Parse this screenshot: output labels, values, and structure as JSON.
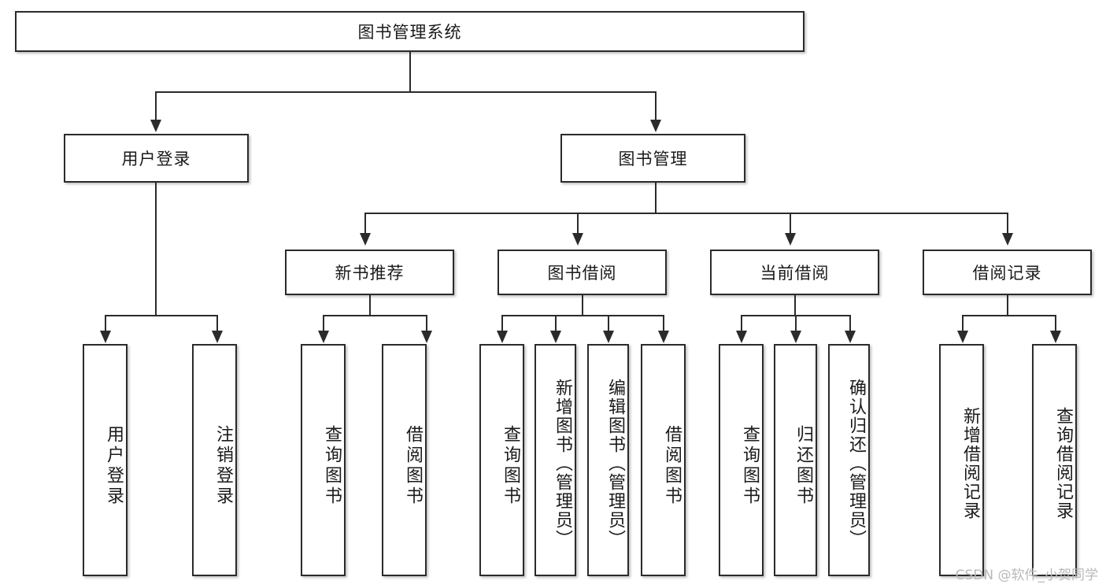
{
  "diagram": {
    "type": "tree-hierarchy",
    "title": "图书管理系统",
    "root": {
      "label": "图书管理系统"
    },
    "level2": [
      {
        "id": "user-login",
        "label": "用户登录"
      },
      {
        "id": "book-management",
        "label": "图书管理"
      }
    ],
    "level3": [
      {
        "id": "new-book-recommend",
        "label": "新书推荐"
      },
      {
        "id": "book-borrow",
        "label": "图书借阅"
      },
      {
        "id": "current-borrow",
        "label": "当前借阅"
      },
      {
        "id": "borrow-record",
        "label": "借阅记录"
      }
    ],
    "leaves": {
      "user_login": [
        {
          "id": "leaf-user-login",
          "label": "用户登录"
        },
        {
          "id": "leaf-logout-login",
          "label": "注销登录"
        }
      ],
      "new_book_recommend": [
        {
          "id": "leaf-query-book-1",
          "label": "查询图书"
        },
        {
          "id": "leaf-borrow-book-1",
          "label": "借阅图书"
        }
      ],
      "book_borrow": [
        {
          "id": "leaf-query-book-2",
          "label": "查询图书"
        },
        {
          "id": "leaf-add-book",
          "label": "新增图书（管理员）"
        },
        {
          "id": "leaf-edit-book",
          "label": "编辑图书（管理员）"
        },
        {
          "id": "leaf-borrow-book-2",
          "label": "借阅图书"
        }
      ],
      "current_borrow": [
        {
          "id": "leaf-query-book-3",
          "label": "查询图书"
        },
        {
          "id": "leaf-return-book",
          "label": "归还图书"
        },
        {
          "id": "leaf-confirm-return",
          "label": "确认归还（管理员）"
        }
      ],
      "borrow_record": [
        {
          "id": "leaf-add-borrow-record",
          "label": "新增借阅记录"
        },
        {
          "id": "leaf-query-borrow-record",
          "label": "查询借阅记录"
        }
      ]
    }
  },
  "watermark": {
    "text": "CSDN @软件_小贺同学"
  },
  "colors": {
    "stroke": "#2b2b2b",
    "background": "#ffffff",
    "text": "#1a1a1a",
    "watermark": "#b9b9b9"
  }
}
